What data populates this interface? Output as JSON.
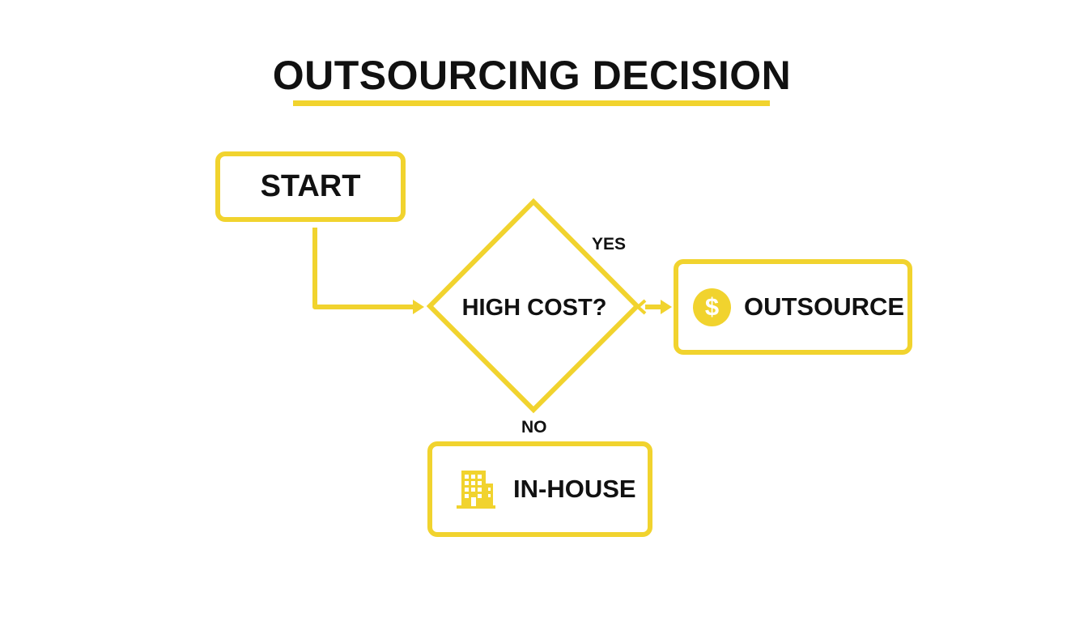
{
  "title": "OUTSOURCING DECISION",
  "colors": {
    "accent": "#F1D32E",
    "text": "#111111",
    "background": "#ffffff"
  },
  "nodes": {
    "start": {
      "label": "START"
    },
    "decision": {
      "label": "HIGH COST?"
    },
    "outsource": {
      "label": "OUTSOURCE",
      "icon": "dollar-coin-icon",
      "icon_glyph": "$"
    },
    "inhouse": {
      "label": "IN-HOUSE",
      "icon": "building-icon"
    }
  },
  "edges": {
    "yes": "YES",
    "no": "NO"
  }
}
